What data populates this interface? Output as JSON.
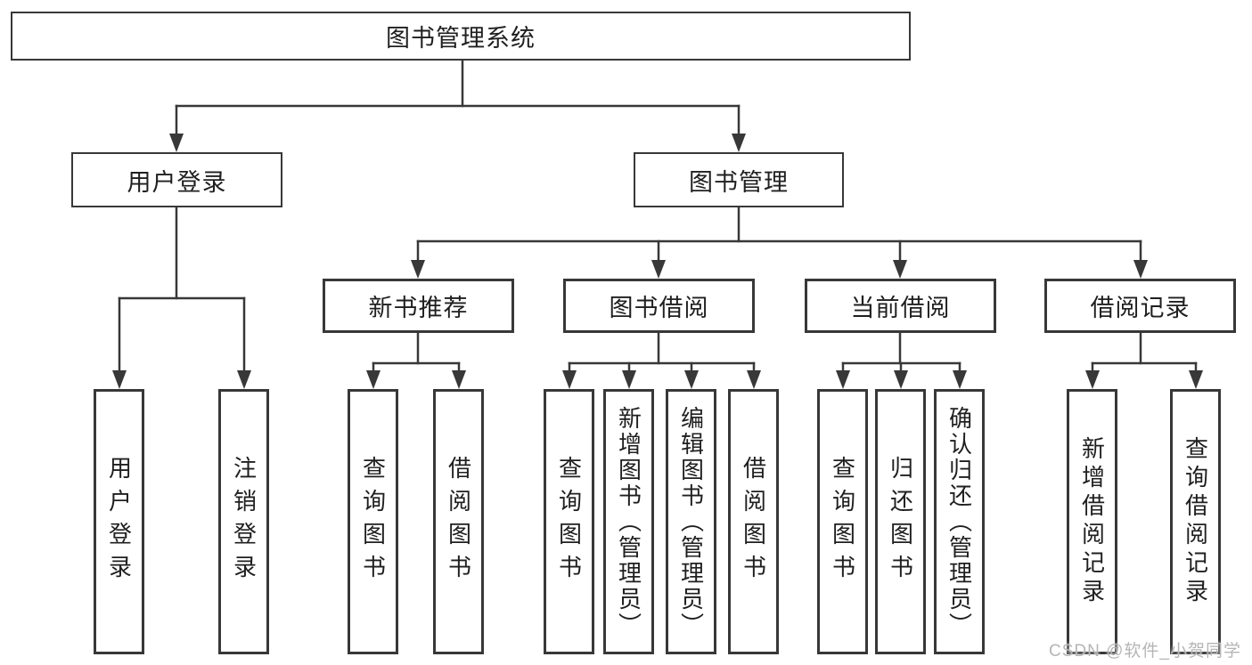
{
  "diagram": {
    "root": {
      "label": "图书管理系统"
    },
    "level2": [
      {
        "label": "用户登录"
      },
      {
        "label": "图书管理"
      }
    ],
    "level3": [
      {
        "label": "新书推荐"
      },
      {
        "label": "图书借阅"
      },
      {
        "label": "当前借阅"
      },
      {
        "label": "借阅记录"
      }
    ],
    "leaves": [
      {
        "label": "用户登录"
      },
      {
        "label": "注销登录"
      },
      {
        "label": "查询图书"
      },
      {
        "label": "借阅图书"
      },
      {
        "label": "查询图书"
      },
      {
        "label": "新增图书（管理员）"
      },
      {
        "label": "编辑图书（管理员）"
      },
      {
        "label": "借阅图书"
      },
      {
        "label": "查询图书"
      },
      {
        "label": "归还图书"
      },
      {
        "label": "确认归还（管理员）"
      },
      {
        "label": "新增借阅记录"
      },
      {
        "label": "查询借阅记录"
      }
    ]
  },
  "watermark": {
    "text": "CSDN @软件_小贺同学"
  },
  "colors": {
    "line": "#383838",
    "text": "#1f1f1f",
    "watermark": "#b5b5b5",
    "background": "#ffffff"
  }
}
